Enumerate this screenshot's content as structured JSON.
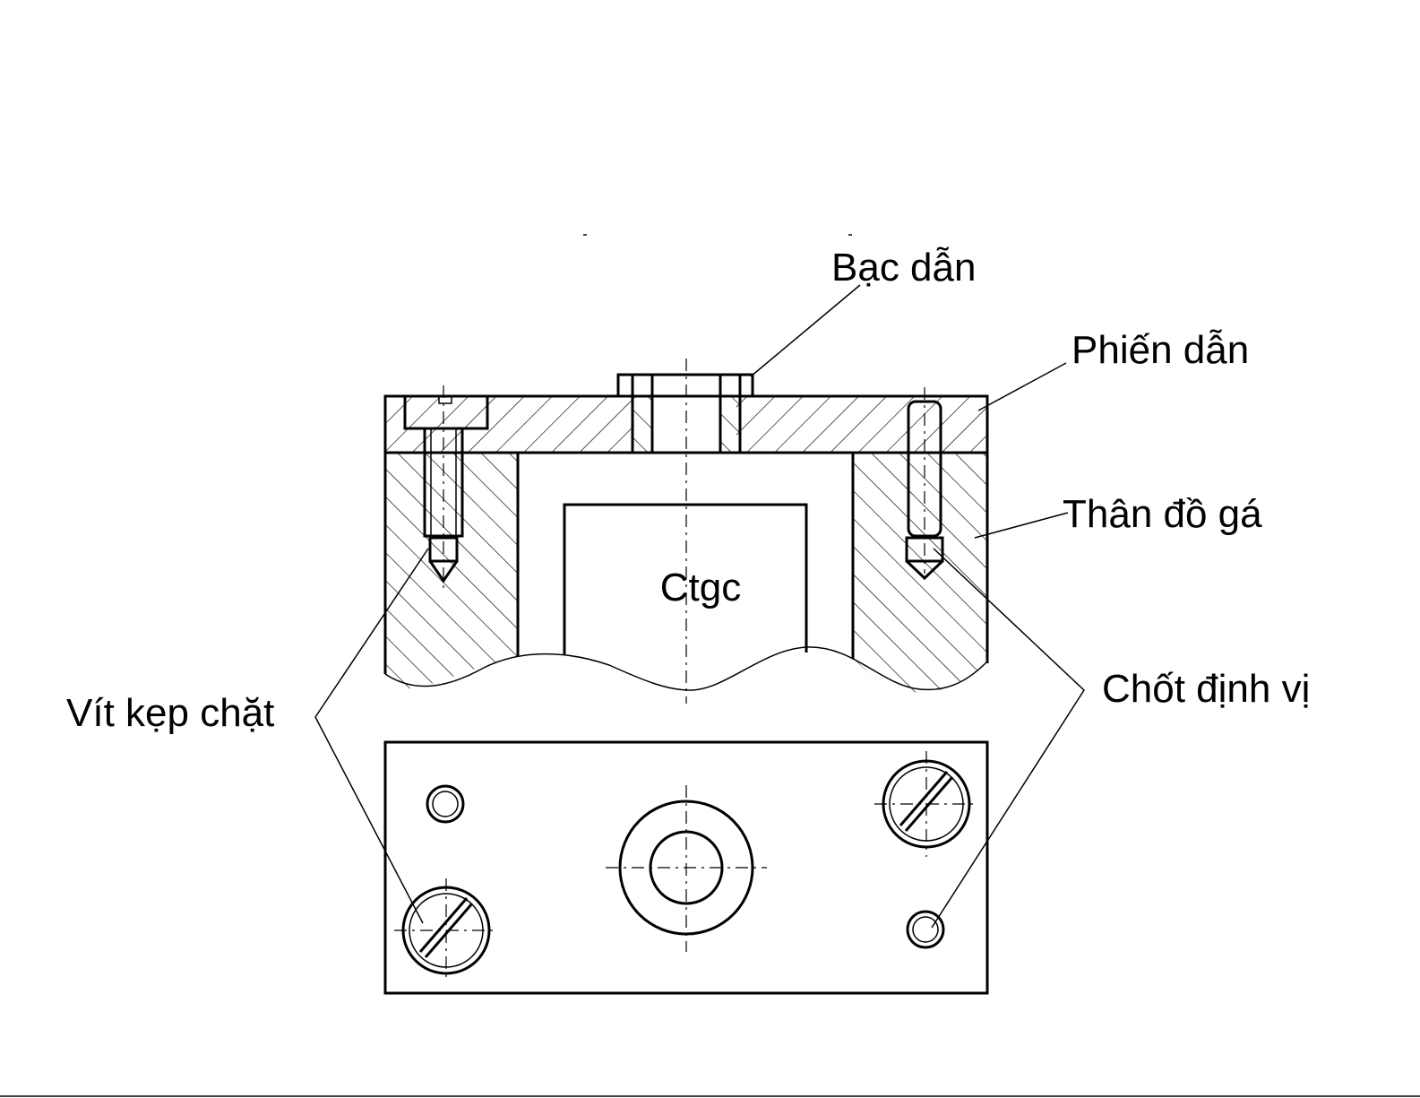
{
  "diagram": {
    "labels": {
      "guide_bushing": "Bạc dẫn",
      "guide_plate": "Phiến dẫn",
      "fixture_body": "Thân đồ gá",
      "clamping_screw": "Vít kẹp chặt",
      "locating_pin": "Chốt định vị",
      "workpiece": "Ctgc"
    },
    "colors": {
      "line": "#000000",
      "background": "#ffffff"
    }
  }
}
